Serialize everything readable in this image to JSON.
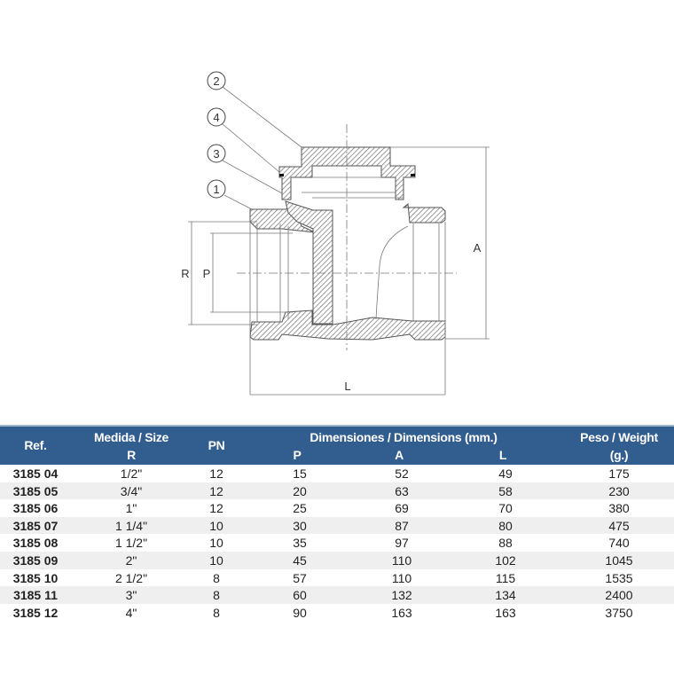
{
  "drawing": {
    "callouts": [
      "2",
      "4",
      "3",
      "1"
    ],
    "dimension_labels": {
      "R": "R",
      "P": "P",
      "A": "A",
      "L": "L"
    }
  },
  "table": {
    "header": {
      "ref": "Ref.",
      "size": "Medida / Size",
      "size_sub": "R",
      "pn": "PN",
      "dimensions": "Dimensiones / Dimensions (mm.)",
      "dim_p": "P",
      "dim_a": "A",
      "dim_l": "L",
      "weight": "Peso / Weight",
      "weight_unit": "(g.)"
    },
    "rows": [
      {
        "ref": "3185 04",
        "r": "1/2\"",
        "pn": "12",
        "p": "15",
        "a": "52",
        "l": "49",
        "w": "175"
      },
      {
        "ref": "3185 05",
        "r": "3/4\"",
        "pn": "12",
        "p": "20",
        "a": "63",
        "l": "58",
        "w": "230"
      },
      {
        "ref": "3185 06",
        "r": "1\"",
        "pn": "12",
        "p": "25",
        "a": "69",
        "l": "70",
        "w": "380"
      },
      {
        "ref": "3185 07",
        "r": "1 1/4\"",
        "pn": "10",
        "p": "30",
        "a": "87",
        "l": "80",
        "w": "475"
      },
      {
        "ref": "3185 08",
        "r": "1 1/2\"",
        "pn": "10",
        "p": "35",
        "a": "97",
        "l": "88",
        "w": "740"
      },
      {
        "ref": "3185 09",
        "r": "2\"",
        "pn": "10",
        "p": "45",
        "a": "110",
        "l": "102",
        "w": "1045"
      },
      {
        "ref": "3185 10",
        "r": "2 1/2\"",
        "pn": "8",
        "p": "57",
        "a": "110",
        "l": "115",
        "w": "1535"
      },
      {
        "ref": "3185 11",
        "r": "3\"",
        "pn": "8",
        "p": "60",
        "a": "132",
        "l": "134",
        "w": "2400"
      },
      {
        "ref": "3185 12",
        "r": "4\"",
        "pn": "8",
        "p": "90",
        "a": "163",
        "l": "163",
        "w": "3750"
      }
    ]
  },
  "colors": {
    "header_bg": "#325d8f",
    "alt_row": "#efefef"
  }
}
